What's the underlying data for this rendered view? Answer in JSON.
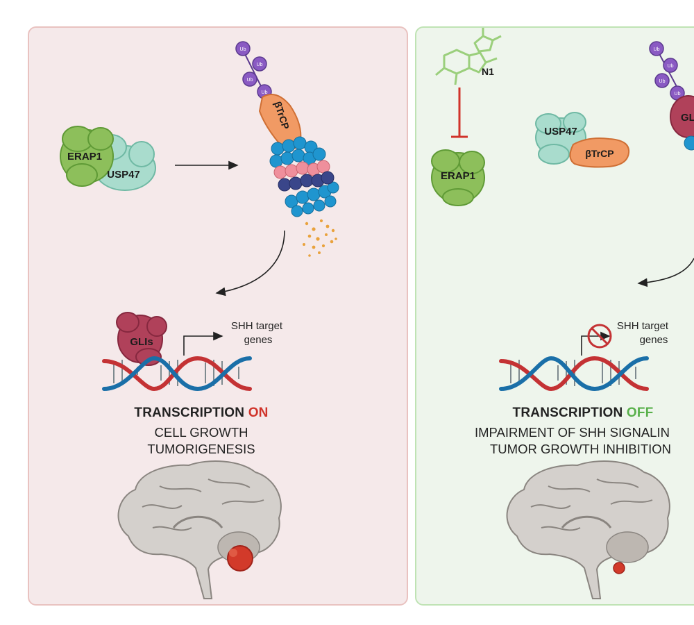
{
  "colors": {
    "left_panel_bg": "#f5e9ea",
    "right_panel_bg": "#eef5ec",
    "on_color": "#d0332a",
    "off_color": "#58b04a",
    "erap1_green": "#8dbf5b",
    "usp47_teal": "#a9dccd",
    "btrcp_orange": "#f19a64",
    "ub_purple": "#8a5ac3",
    "gli_maroon": "#b0415a",
    "inhibitor_red": "#d0332a"
  },
  "left": {
    "erap1": "ERAP1",
    "usp47": "USP47",
    "btrcp": "βTrCP",
    "ub": "Ub",
    "glis": "GLIs",
    "target_line1": "SHH target",
    "target_line2": "genes",
    "transcription": "TRANSCRIPTION",
    "state": "ON",
    "outcome_line1": "CELL GROWTH",
    "outcome_line2": "TUMORIGENESIS"
  },
  "right": {
    "drug": "N1",
    "erap1": "ERAP1",
    "usp47": "USP47",
    "btrcp": "βTrCP",
    "ub": "Ub",
    "gli_partial": "GL",
    "target_line1": "SHH target",
    "target_line2": "genes",
    "transcription": "TRANSCRIPTION",
    "state": "OFF",
    "outcome_line1": "IMPAIRMENT OF SHH SIGNALIN",
    "outcome_line2": "TUMOR GROWTH INHIBITION"
  },
  "icons": [
    "ubiquitin-icon",
    "proteasome-icon",
    "dna-helix-icon",
    "brain-icon",
    "tumor-icon",
    "prohibited-icon",
    "n1-molecule-icon"
  ]
}
